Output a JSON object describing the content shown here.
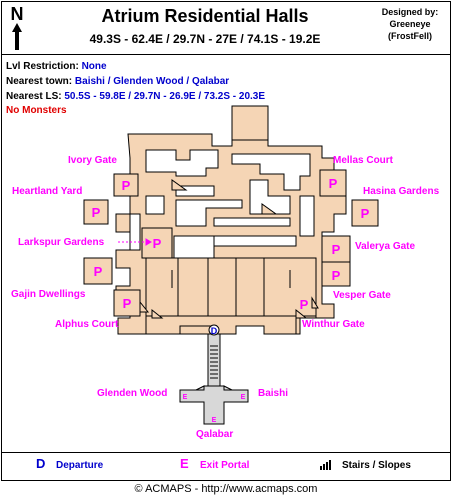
{
  "header": {
    "compass_letter": "N",
    "title": "Atrium Residential Halls",
    "coordinates": "49.3S - 62.4E / 29.7N - 27E / 74.1S - 19.2E",
    "designed_by_label": "Designed by:",
    "designer": "Greeneye",
    "designer_alias": "(FrostFell)"
  },
  "info": {
    "lvl_label": "Lvl Restriction:",
    "lvl_value": "None",
    "town_label": "Nearest town:",
    "town_value": "Baishi / Glenden Wood / Qalabar",
    "ls_label": "Nearest LS:",
    "ls_value": "50.5S - 59.8E / 29.7N - 26.9E / 73.2S - 20.3E",
    "monsters": "No Monsters"
  },
  "map": {
    "portal_letter": "P",
    "departure_letter": "D",
    "exit_letter": "E",
    "colors": {
      "floor": "#f5d5b5",
      "outline": "#000000",
      "corridor": "#d8d8d8",
      "portal": "#ff00ff",
      "marker": "#0000cc"
    },
    "locations": {
      "ivory_gate": "Ivory Gate",
      "mellas_court": "Mellas Court",
      "heartland_yard": "Heartland Yard",
      "hasina_gardens": "Hasina Gardens",
      "larkspur_gardens": "Larkspur Gardens",
      "valerya_gate": "Valerya Gate",
      "gajin_dwellings": "Gajin Dwellings",
      "vesper_gate": "Vesper Gate",
      "alphus_court": "Alphus Court",
      "winthur_gate": "Winthur Gate",
      "glenden_wood": "Glenden Wood",
      "baishi": "Baishi",
      "qalabar": "Qalabar"
    }
  },
  "legend": {
    "departure_letter": "D",
    "departure_label": "Departure",
    "exit_letter": "E",
    "exit_label": "Exit Portal",
    "stairs_label": "Stairs / Slopes"
  },
  "footer": {
    "copyright": "© ACMAPS - http://www.acmaps.com"
  }
}
